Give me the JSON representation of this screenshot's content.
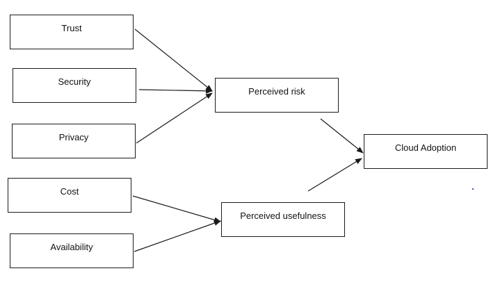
{
  "diagram": {
    "nodes": {
      "trust": "Trust",
      "security": "Security",
      "privacy": "Privacy",
      "cost": "Cost",
      "availability": "Availability",
      "perceived_risk": "Perceived risk",
      "perceived_usefulness": "Perceived usefulness",
      "cloud_adoption": "Cloud Adoption"
    },
    "edges": [
      {
        "from": "Trust",
        "to": "Perceived risk"
      },
      {
        "from": "Security",
        "to": "Perceived risk"
      },
      {
        "from": "Privacy",
        "to": "Perceived risk"
      },
      {
        "from": "Cost",
        "to": "Perceived usefulness"
      },
      {
        "from": "Availability",
        "to": "Perceived usefulness"
      },
      {
        "from": "Perceived risk",
        "to": "Cloud Adoption"
      },
      {
        "from": "Perceived usefulness",
        "to": "Cloud Adoption"
      }
    ],
    "colors": {
      "line": "#1a1a1a",
      "border": "#1a1a1a",
      "text": "#111111",
      "background": "#ffffff"
    }
  }
}
